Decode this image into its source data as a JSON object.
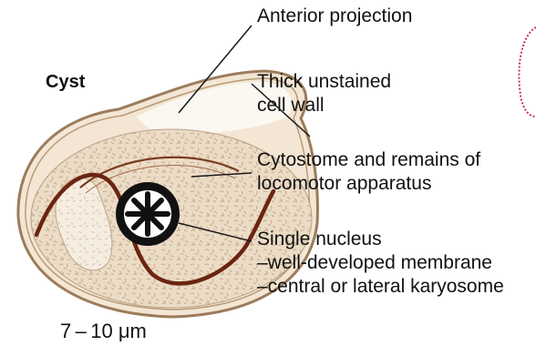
{
  "title": "Cyst",
  "labels": {
    "anterior_projection": "Anterior projection",
    "cell_wall_line1": "Thick unstained",
    "cell_wall_line2": "cell wall",
    "cytostome_line1": "Cytostome and remains of",
    "cytostome_line2": "locomotor apparatus",
    "nucleus_line1": "Single nucleus",
    "nucleus_line2": "–well-developed membrane",
    "nucleus_line3": "–central or lateral karyosome"
  },
  "size": "7 – 10 μm",
  "colors": {
    "cytoplasm": "#ecdcc6",
    "stipple": "#b9a184",
    "wall": "#9c7c5c",
    "fibril": "#6b2410",
    "nucleus_fill": "#111111",
    "leader": "#1a1a1a",
    "edge_deco": "#c2334a"
  }
}
